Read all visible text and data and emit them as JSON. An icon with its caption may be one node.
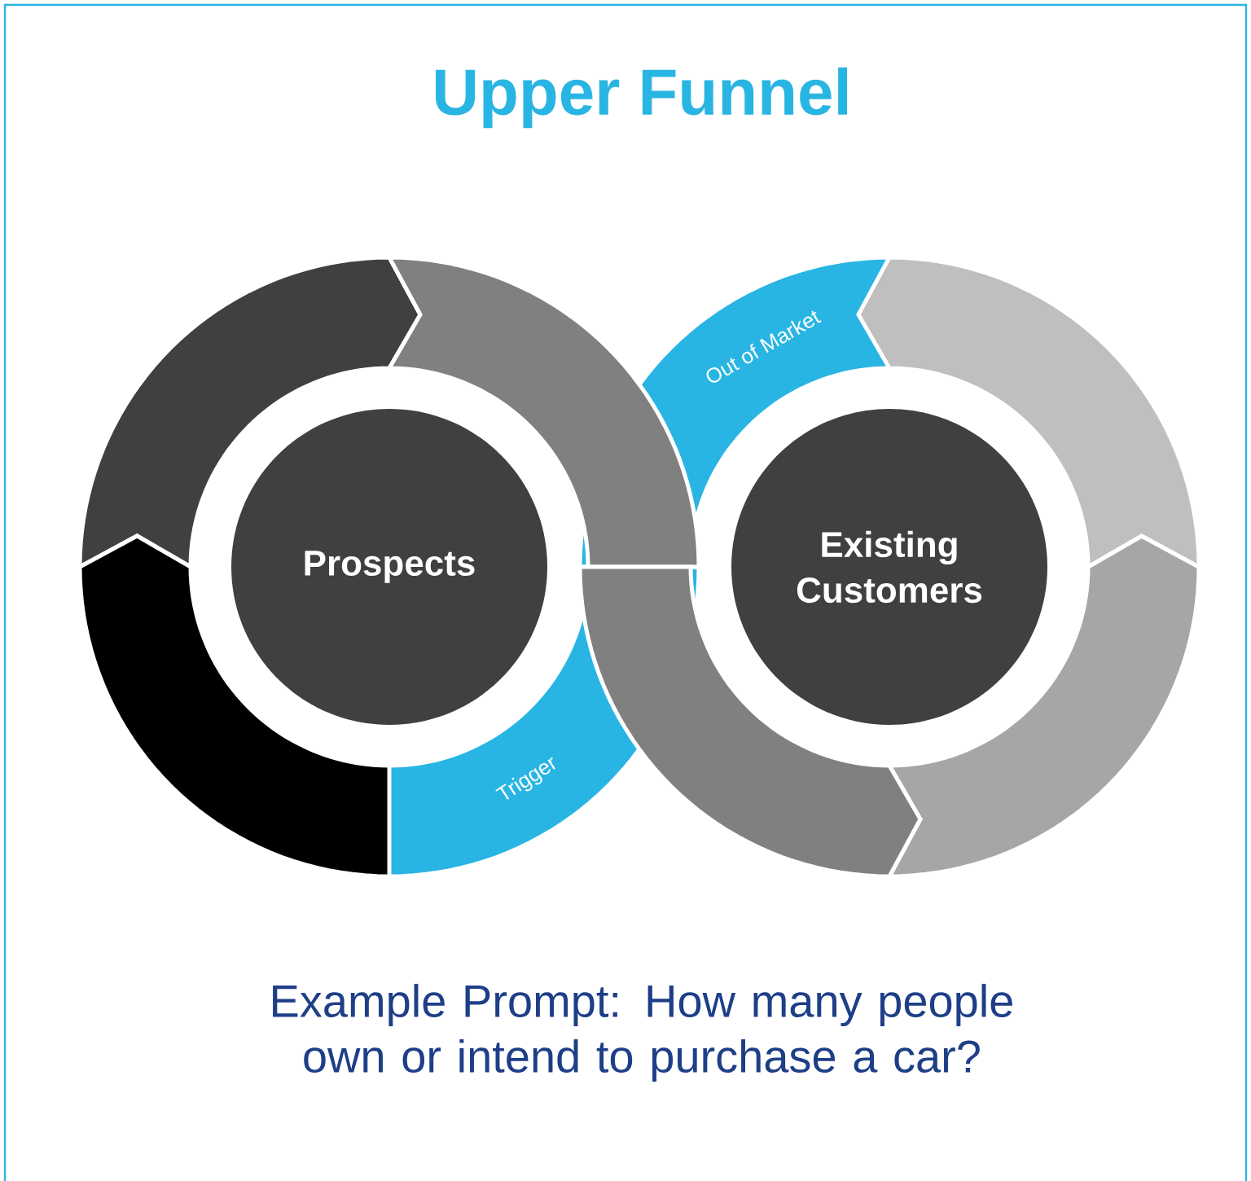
{
  "diagram": {
    "title": "Upper Funnel",
    "nodes": [
      {
        "text": [
          "Out of Market"
        ]
      },
      {
        "text": [
          "Prospects"
        ]
      },
      {
        "text": [
          "Existing Customers"
        ]
      },
      {
        "text": [
          "Trigger"
        ]
      }
    ],
    "caption": "Example Prompt: How many people own or intend to purchase a car?"
  }
}
